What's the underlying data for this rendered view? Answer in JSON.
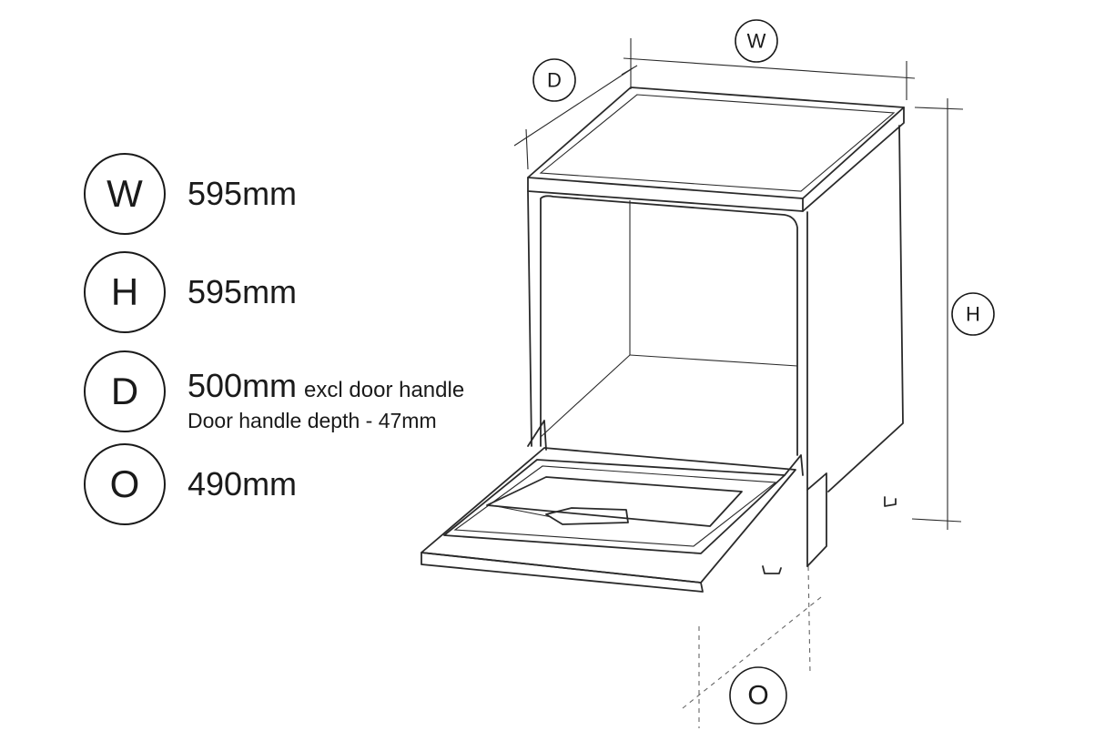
{
  "specs": [
    {
      "letter": "W",
      "value": "595mm",
      "note": "",
      "sub": ""
    },
    {
      "letter": "H",
      "value": "595mm",
      "note": "",
      "sub": ""
    },
    {
      "letter": "D",
      "value": "500mm",
      "note": "excl door handle",
      "sub": "Door handle depth - 47mm"
    },
    {
      "letter": "O",
      "value": "490mm",
      "note": "",
      "sub": ""
    }
  ],
  "diagram_labels": {
    "width": "W",
    "depth": "D",
    "height": "H",
    "opening": "O"
  }
}
